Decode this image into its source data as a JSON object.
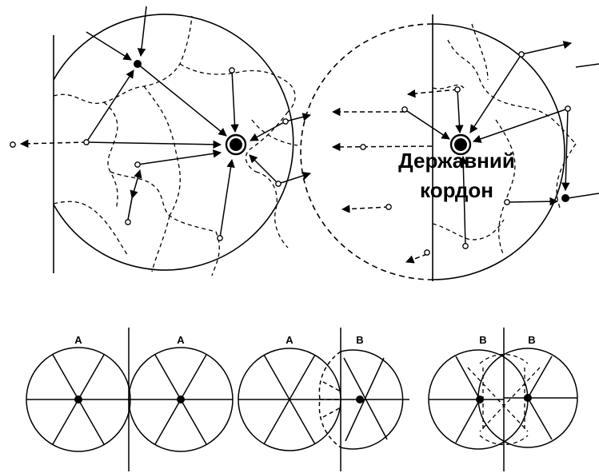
{
  "border_label": {
    "line1": "Державний",
    "line2": "кордон"
  },
  "bottom_labels": {
    "p1": "A",
    "p2": "A",
    "p3a": "A",
    "p3b": "B",
    "p4a": "B",
    "p4b": "B"
  }
}
